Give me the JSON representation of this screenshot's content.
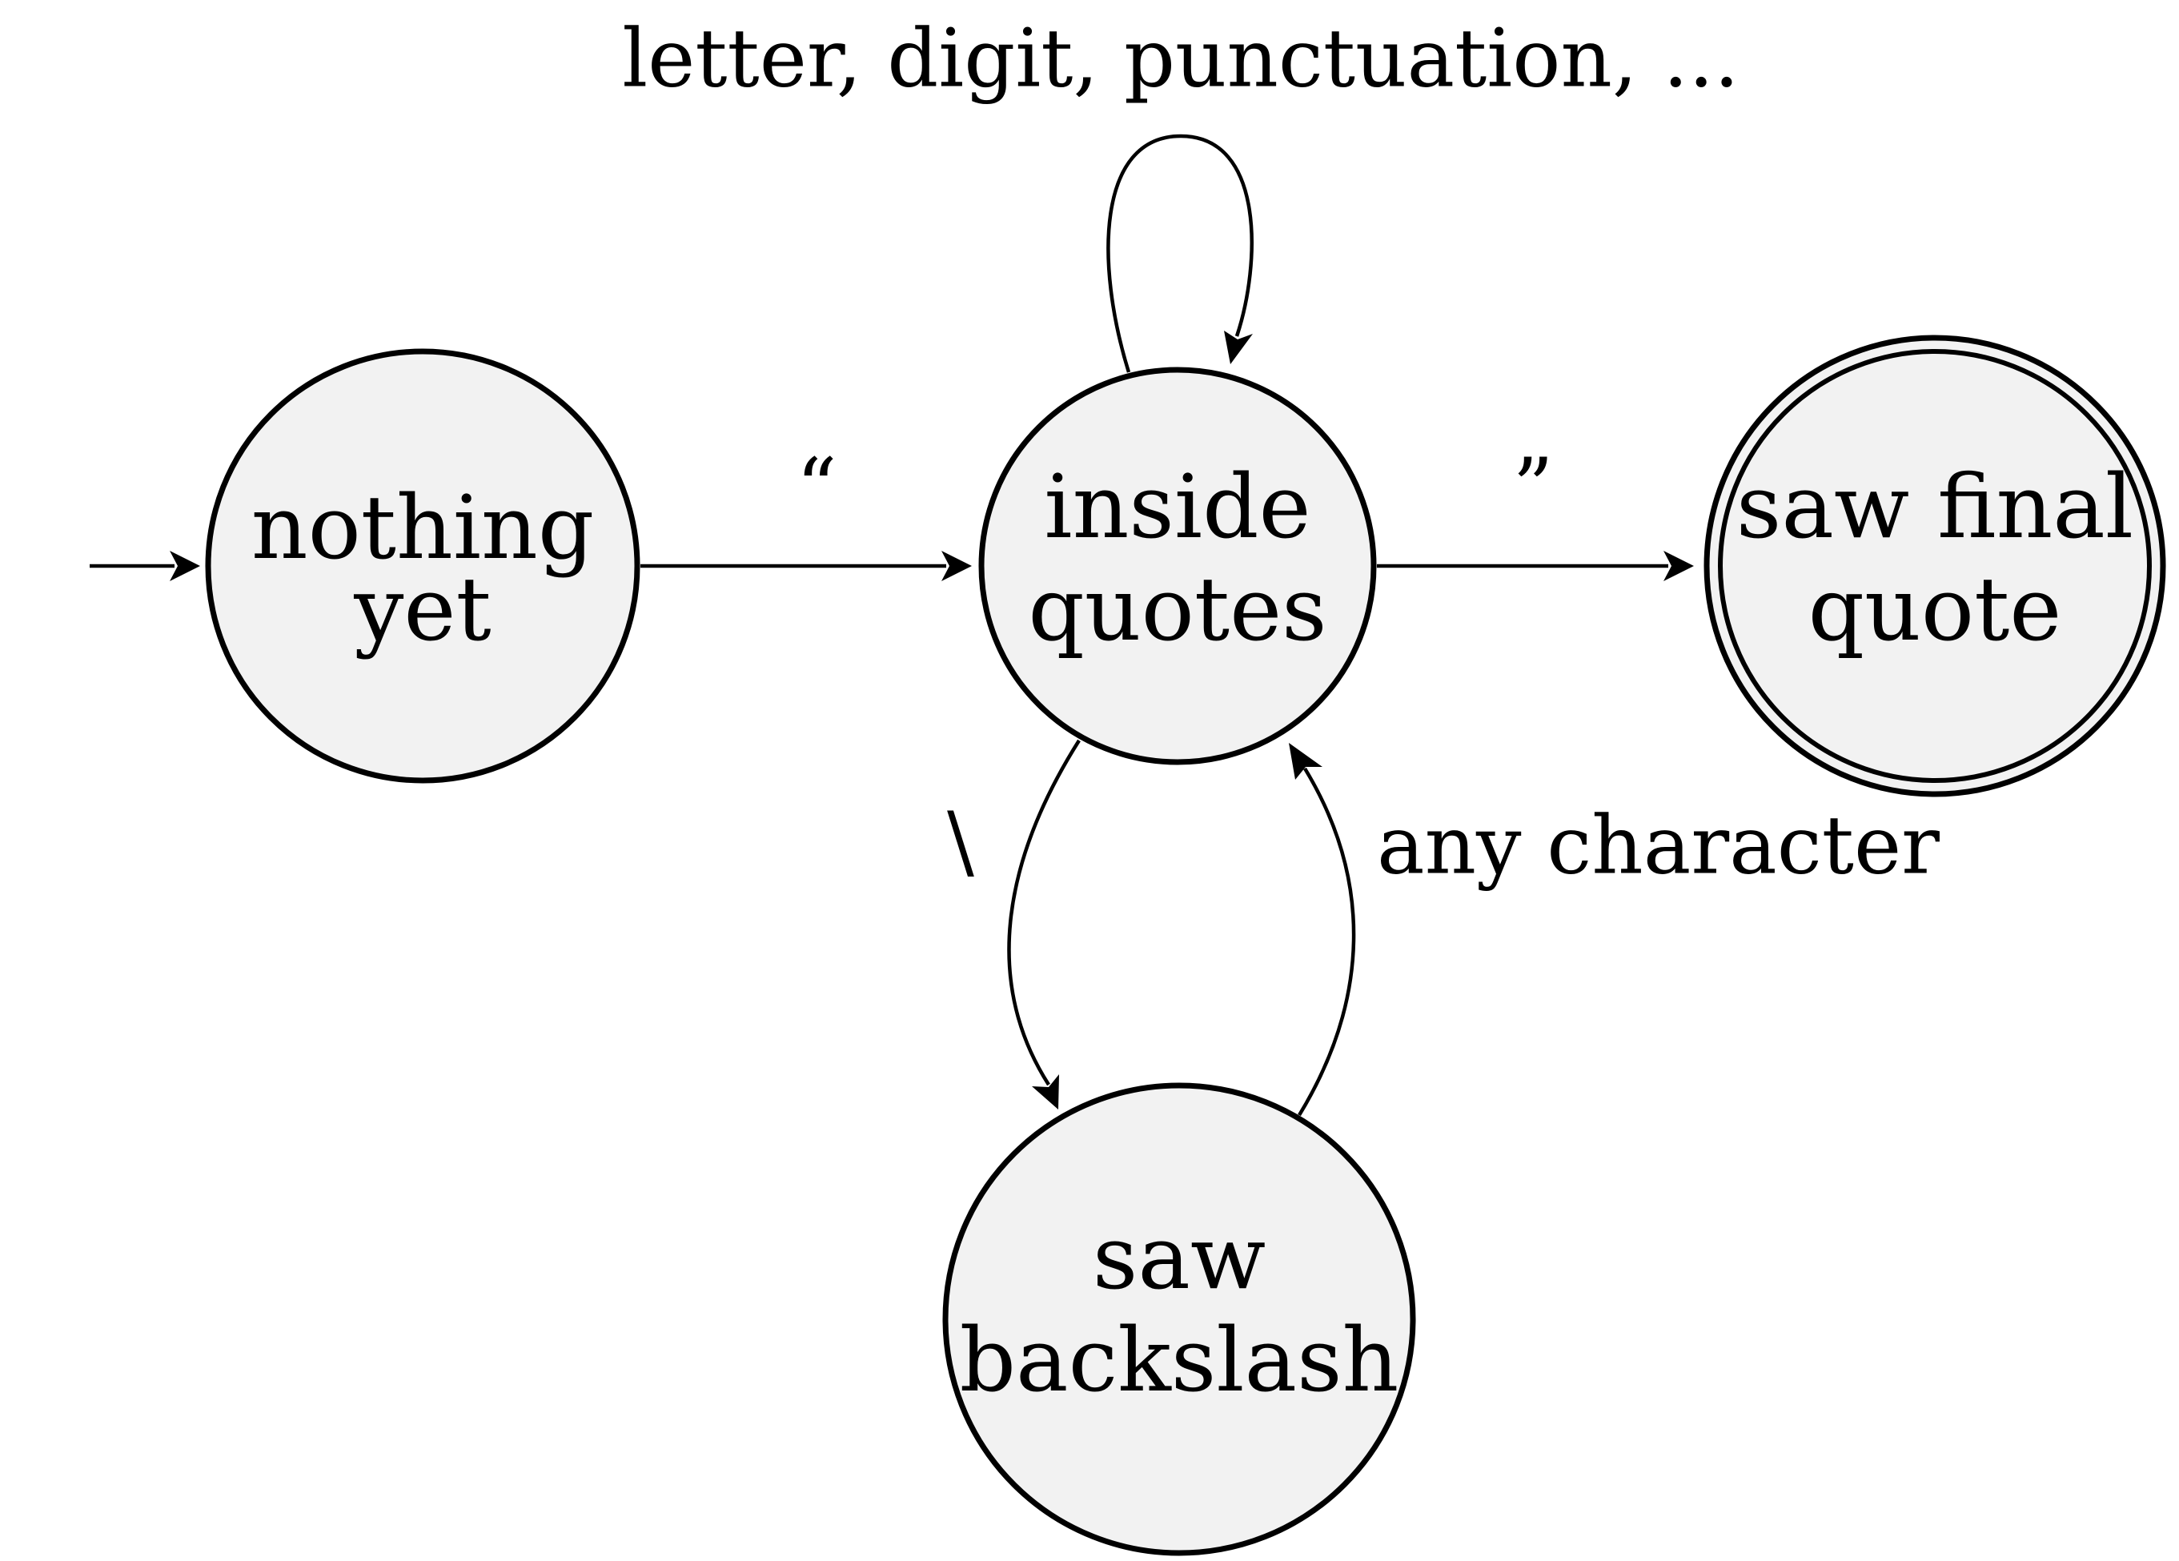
{
  "diagram": {
    "states": {
      "nothing_yet": {
        "lines": [
          "nothing",
          "yet"
        ],
        "initial": true,
        "accepting": false
      },
      "inside_quotes": {
        "lines": [
          "inside",
          "quotes"
        ],
        "initial": false,
        "accepting": false
      },
      "saw_final_quote": {
        "lines": [
          "saw final",
          "quote"
        ],
        "initial": false,
        "accepting": true
      },
      "saw_backslash": {
        "lines": [
          "saw",
          "backslash"
        ],
        "initial": false,
        "accepting": false
      }
    },
    "transitions": {
      "open_quote": {
        "from": "nothing yet",
        "to": "inside quotes",
        "label": "“"
      },
      "self_loop": {
        "from": "inside quotes",
        "to": "inside quotes",
        "label": "letter, digit, punctuation, ..."
      },
      "close_quote": {
        "from": "inside quotes",
        "to": "saw final quote",
        "label": "”"
      },
      "backslash": {
        "from": "inside quotes",
        "to": "saw backslash",
        "label": "\\"
      },
      "any_character": {
        "from": "saw backslash",
        "to": "inside quotes",
        "label": "any character"
      }
    }
  },
  "colors": {
    "state_fill": "#f2f2f2",
    "stroke": "#000000",
    "background": "#ffffff"
  }
}
